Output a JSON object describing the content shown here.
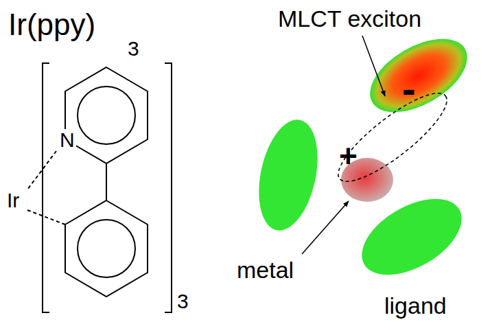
{
  "diagram": {
    "title": "Ir(ppy)",
    "labels": [
      "3",
      "N",
      "Ir",
      "3",
      "MLCT exciton",
      "+",
      "-",
      "metal",
      "ligand"
    ]
  }
}
